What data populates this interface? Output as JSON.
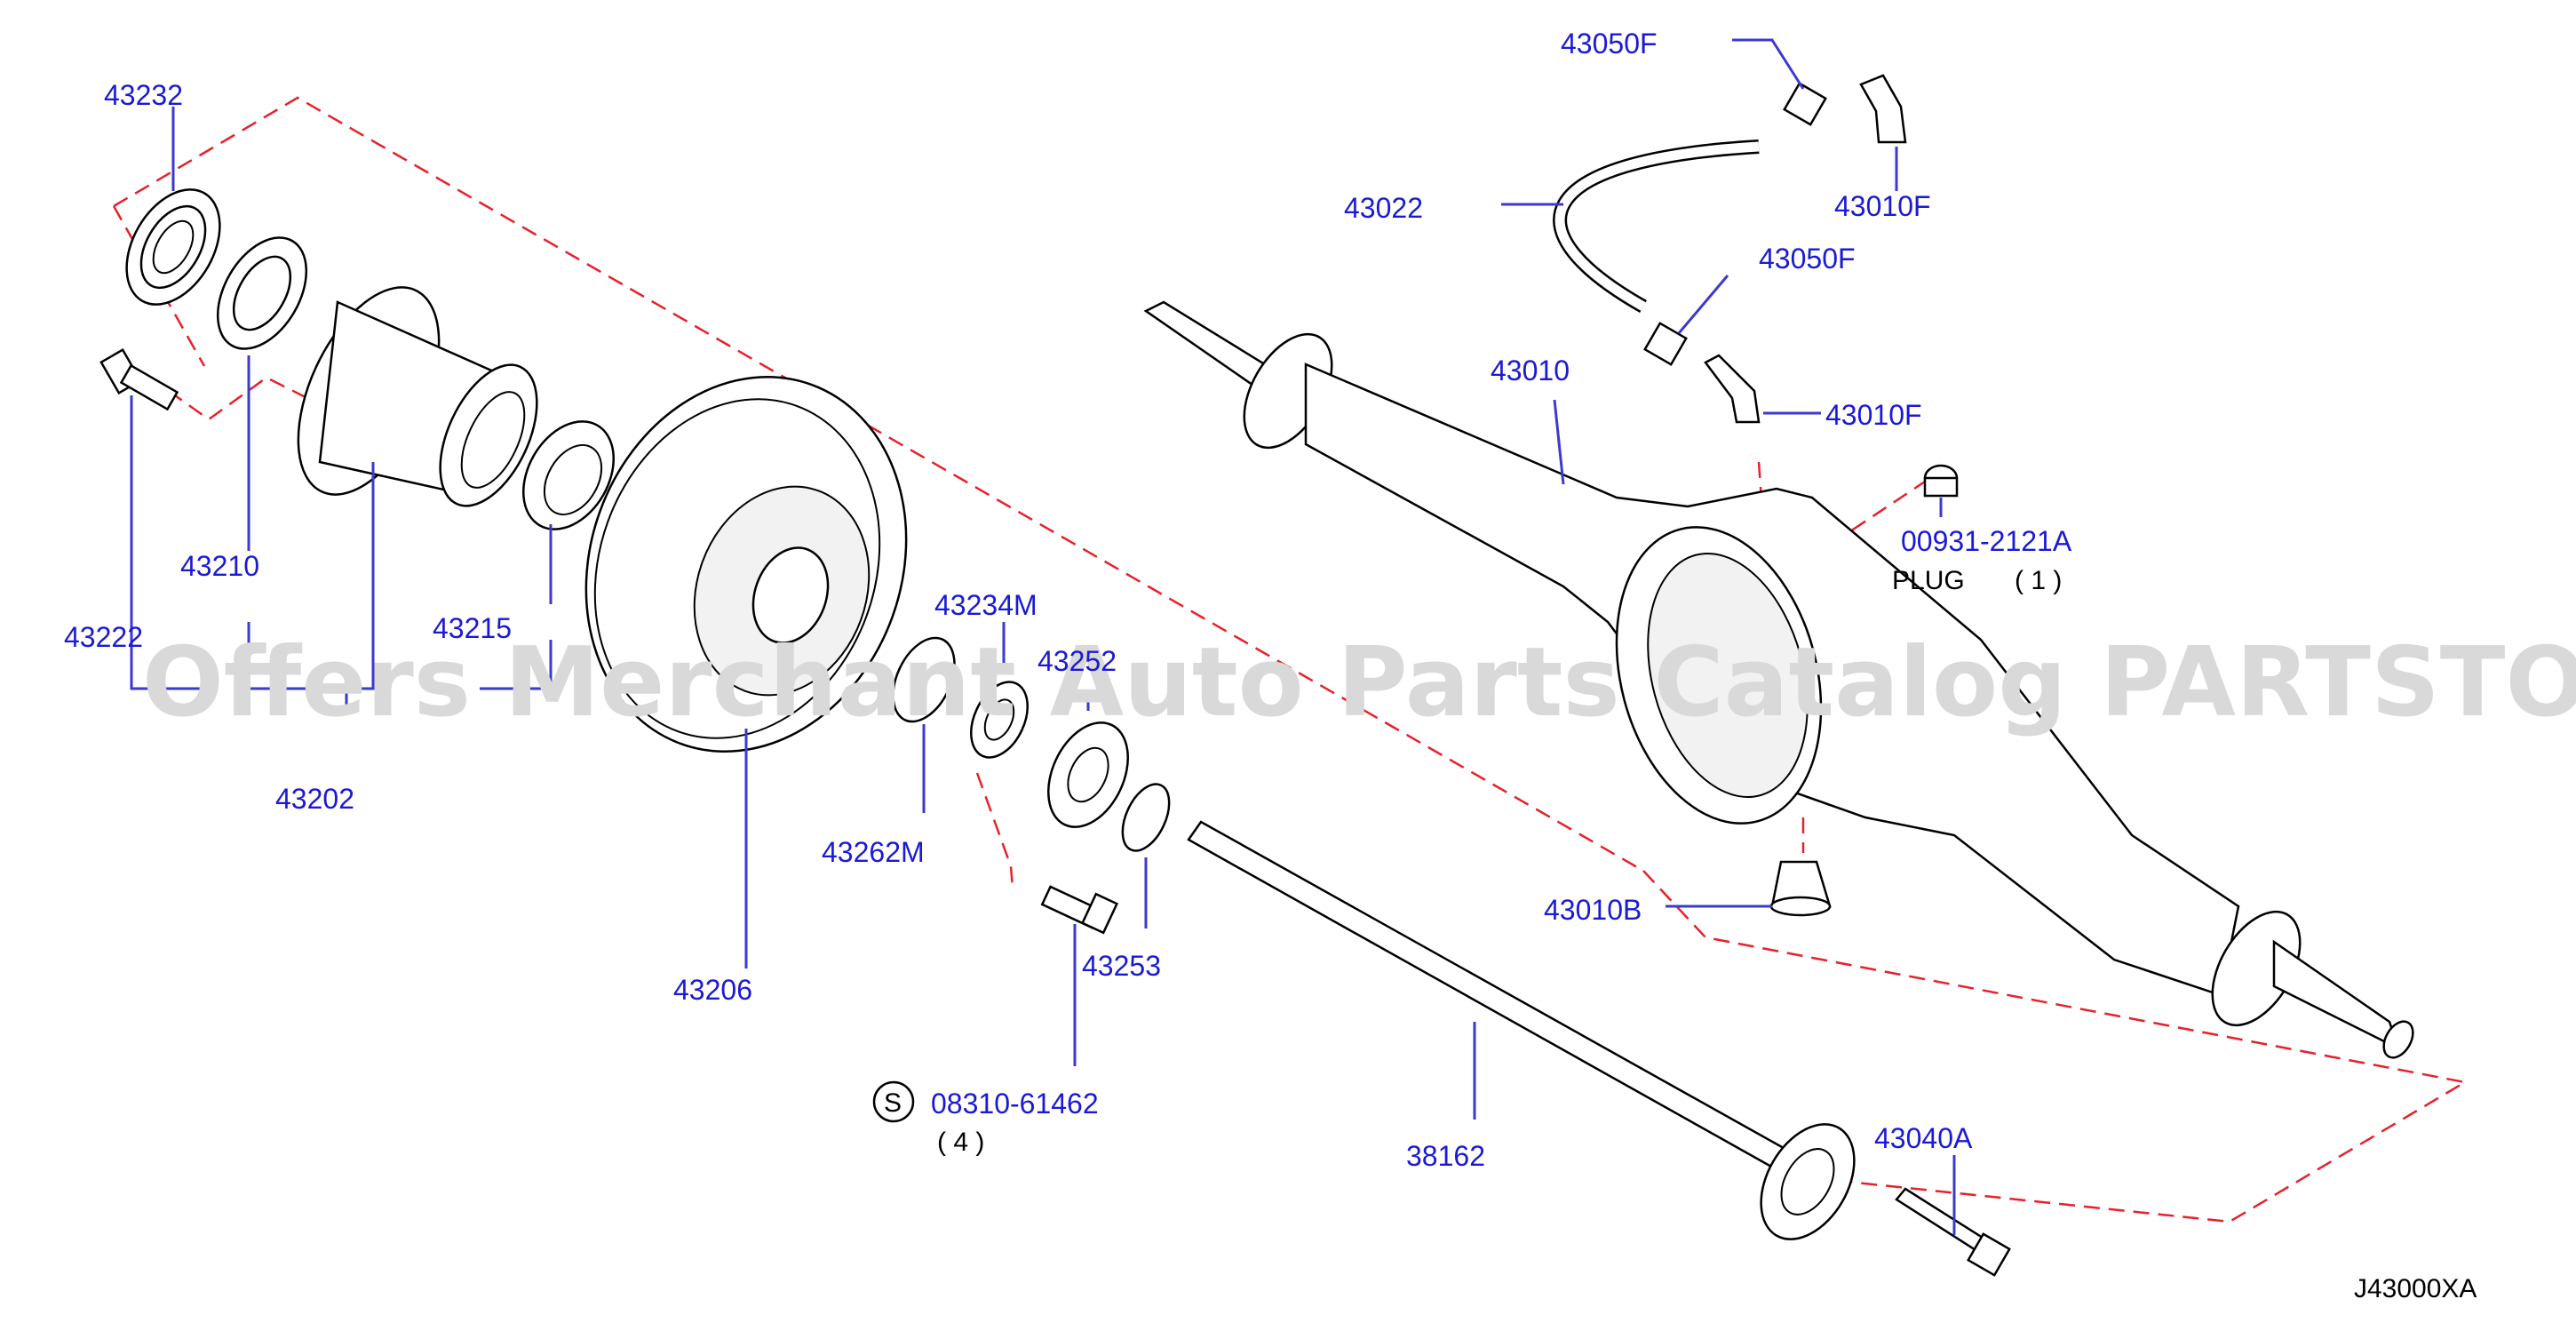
{
  "diagram": {
    "watermark": "Offers Merchant Auto Parts Catalog PARTSTORE.SA",
    "code": "J43000XA",
    "colors": {
      "label": "#1a1ad6",
      "dashed_outline": "#e8202a",
      "watermark": "#d9d9d9"
    },
    "labels": {
      "p43232": "43232",
      "p43210": "43210",
      "p43222": "43222",
      "p43215": "43215",
      "p43202": "43202",
      "p43206": "43206",
      "p43234M": "43234M",
      "p43252": "43252",
      "p43262M": "43262M",
      "p43253": "43253",
      "p08310": "08310-61462",
      "p08310_qty": "( 4 )",
      "s_symbol": "S",
      "p38162": "38162",
      "p43040A": "43040A",
      "p43050F_top": "43050F",
      "p43022": "43022",
      "p43010F_top": "43010F",
      "p43050F_mid": "43050F",
      "p43010": "43010",
      "p43010F_mid": "43010F",
      "p00931": "00931-2121A",
      "plug": "PLUG",
      "plug_qty": "( 1 )",
      "p43010B": "43010B"
    }
  }
}
